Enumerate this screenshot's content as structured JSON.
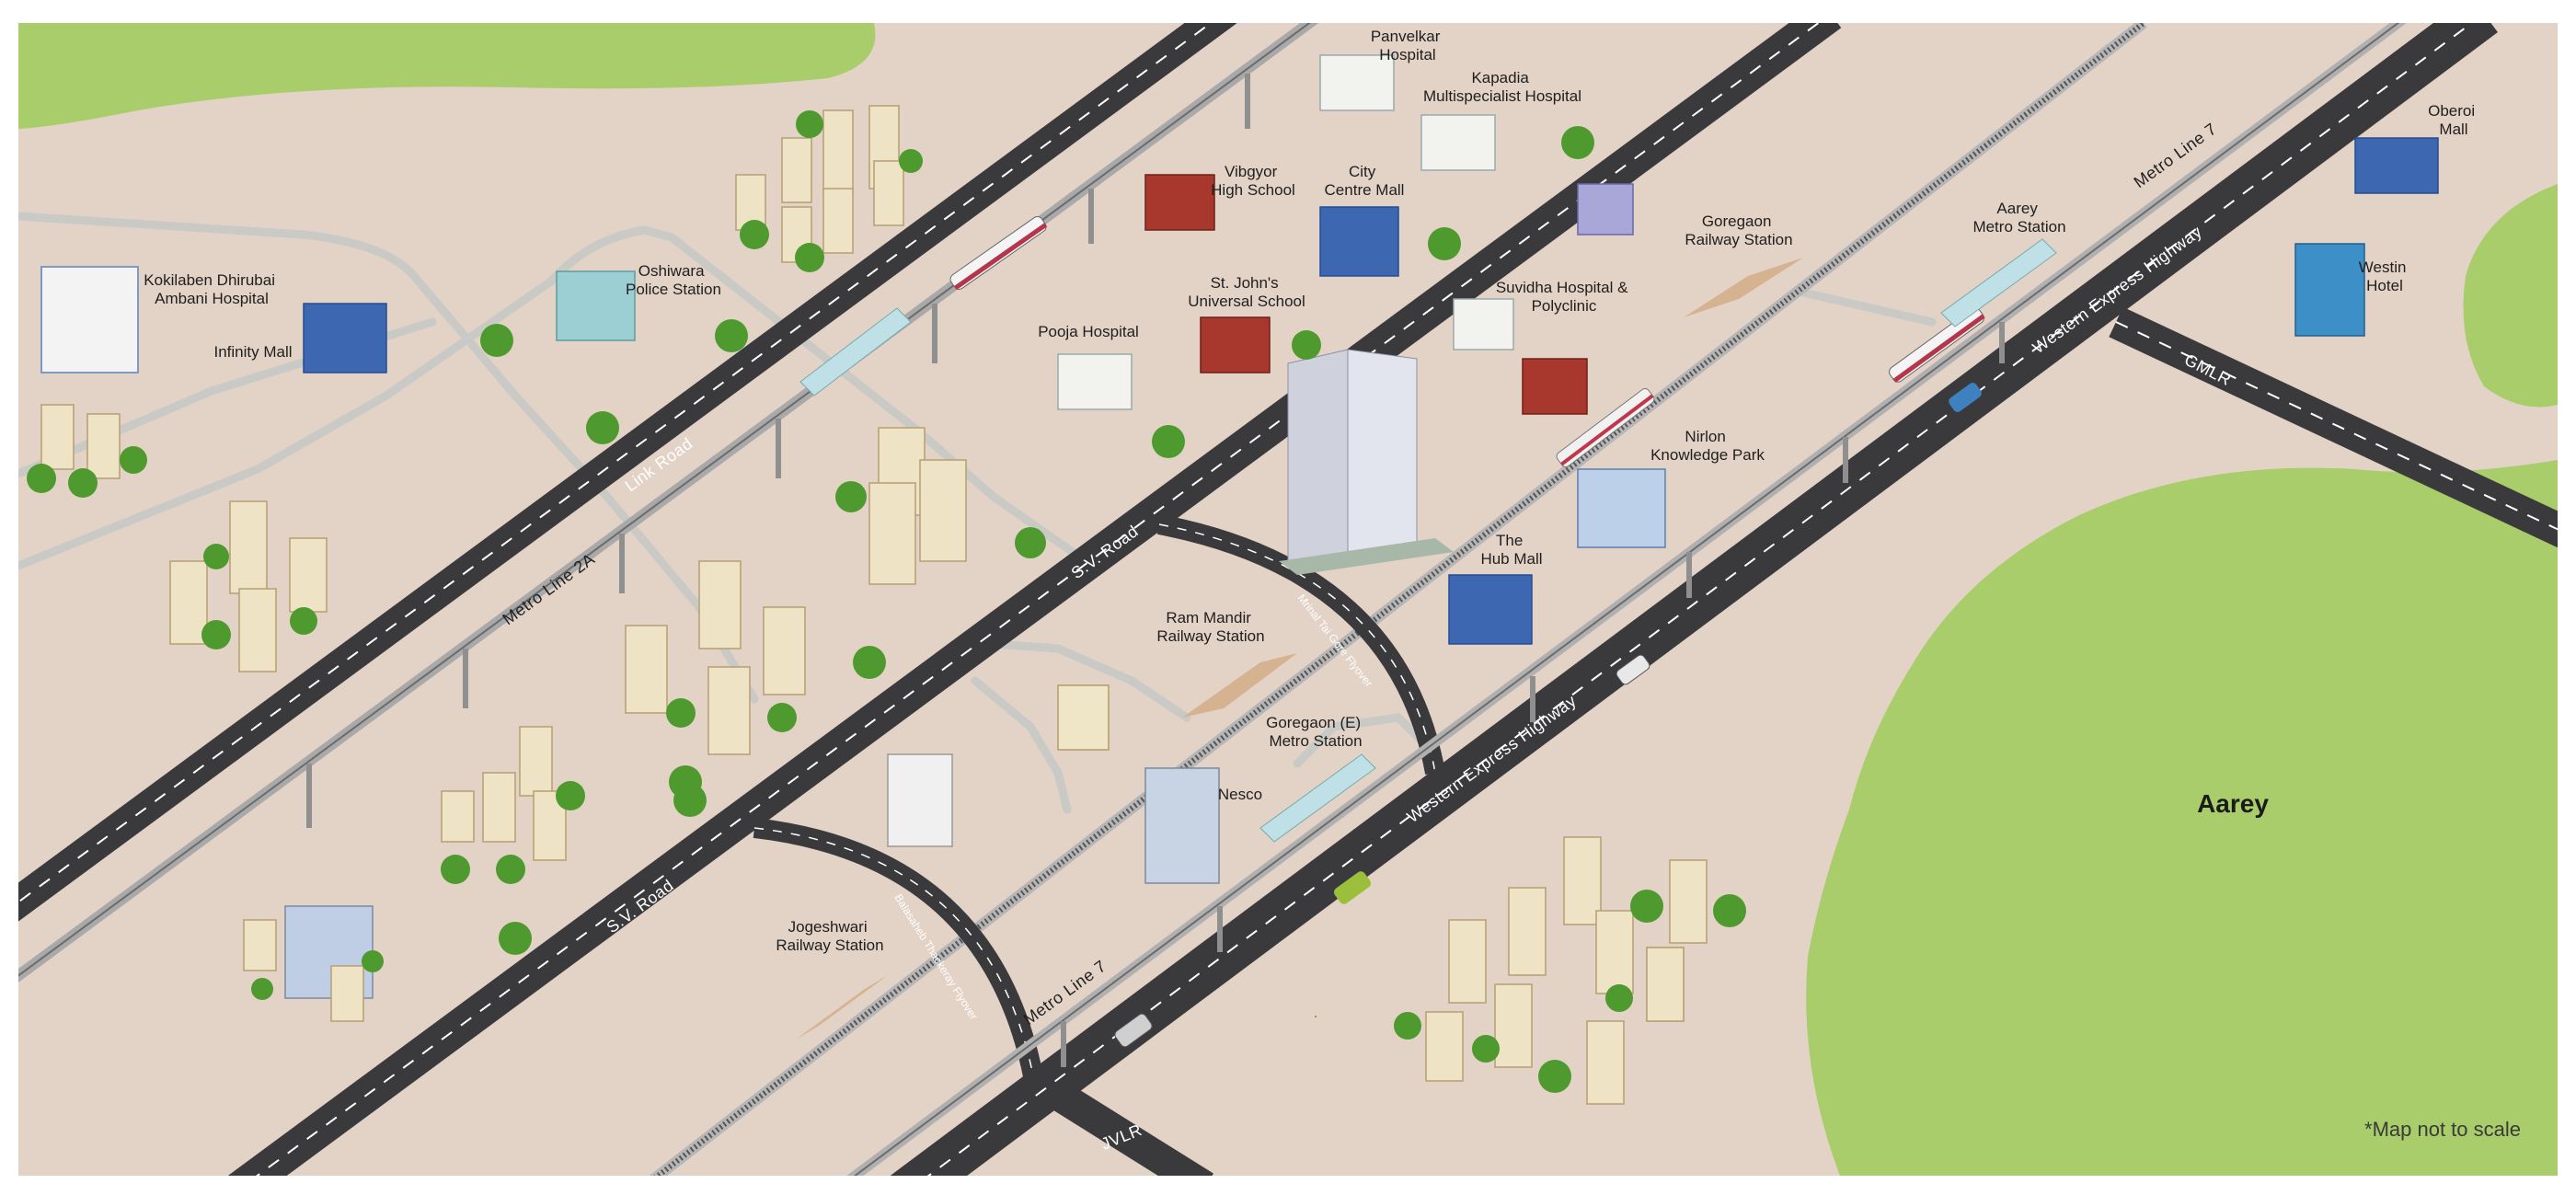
{
  "map": {
    "area_label": "Aarey",
    "note": "*Map not to scale",
    "colors": {
      "land": "#e3d2c6",
      "green": "#a9cd6a",
      "road": "#3a3a3c",
      "road_dash": "#ffffff",
      "metro_track": "#b7b7b7",
      "rail": "#5a5a5a"
    },
    "roads": [
      {
        "id": "link-road",
        "label": "Link Road"
      },
      {
        "id": "metro-2a",
        "label": "Metro Line 2A"
      },
      {
        "id": "sv-road-upper",
        "label": "S.V. Road"
      },
      {
        "id": "sv-road-lower",
        "label": "S.V. Road"
      },
      {
        "id": "mrinal-flyover",
        "label": "Mrinal Tai Gore Flyover"
      },
      {
        "id": "balasaheb-flyover",
        "label": "Balasaheb Thackeray Flyover"
      },
      {
        "id": "metro-7-lower",
        "label": "Metro Line 7"
      },
      {
        "id": "metro-7-upper",
        "label": "Metro Line 7"
      },
      {
        "id": "weh-lower",
        "label": "Western Express Highway"
      },
      {
        "id": "weh-upper",
        "label": "Western Express Highway"
      },
      {
        "id": "gmlr",
        "label": "GMLR"
      },
      {
        "id": "jvlr",
        "label": "JVLR"
      }
    ],
    "landmarks": [
      {
        "id": "kokilaben",
        "lines": [
          "Kokilaben Dhirubai",
          "Ambani Hospital"
        ]
      },
      {
        "id": "infinity",
        "lines": [
          "Infinity Mall"
        ]
      },
      {
        "id": "oshiwara",
        "lines": [
          "Oshiwara",
          "Police Station"
        ]
      },
      {
        "id": "panvelkar",
        "lines": [
          "Panvelkar",
          "Hospital"
        ]
      },
      {
        "id": "kapadia",
        "lines": [
          "Kapadia",
          "Multispecialist Hospital"
        ]
      },
      {
        "id": "vibgyor",
        "lines": [
          "Vibgyor",
          "High School"
        ]
      },
      {
        "id": "citycentre",
        "lines": [
          "City",
          "Centre Mall"
        ]
      },
      {
        "id": "stjohns",
        "lines": [
          "St. John's",
          "Universal School"
        ]
      },
      {
        "id": "pooja",
        "lines": [
          "Pooja Hospital"
        ]
      },
      {
        "id": "suvidha",
        "lines": [
          "Suvidha Hospital &",
          "Polyclinic"
        ]
      },
      {
        "id": "goregaon-rly",
        "lines": [
          "Goregaon",
          "Railway Station"
        ]
      },
      {
        "id": "aarey-metro",
        "lines": [
          "Aarey",
          "Metro Station"
        ]
      },
      {
        "id": "oberoi",
        "lines": [
          "Oberoi",
          "Mall"
        ]
      },
      {
        "id": "westin",
        "lines": [
          "Westin",
          "Hotel"
        ]
      },
      {
        "id": "nirlon",
        "lines": [
          "Nirlon",
          "Knowledge Park"
        ]
      },
      {
        "id": "hubmall",
        "lines": [
          "The",
          "Hub Mall"
        ]
      },
      {
        "id": "rammandir",
        "lines": [
          "Ram Mandir",
          "Railway Station"
        ]
      },
      {
        "id": "goregaon-e-metro",
        "lines": [
          "Goregaon (E)",
          "Metro Station"
        ]
      },
      {
        "id": "nesco",
        "lines": [
          "Nesco"
        ]
      },
      {
        "id": "jogeshwari",
        "lines": [
          "Jogeshwari",
          "Railway Station"
        ]
      }
    ]
  }
}
